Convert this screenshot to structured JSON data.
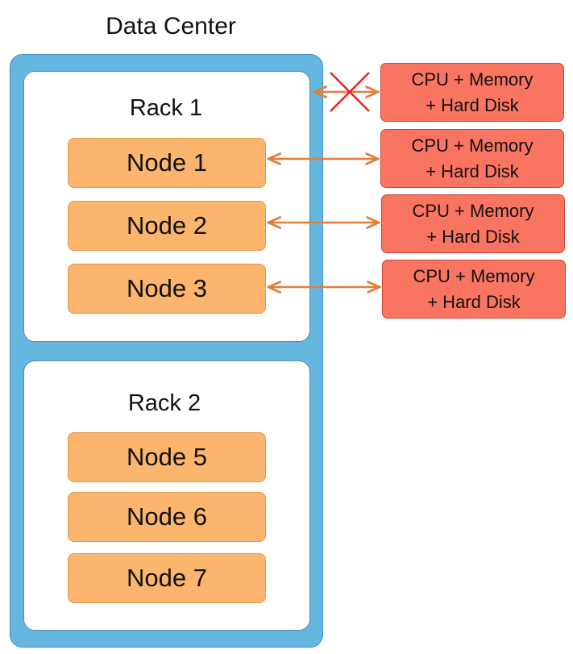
{
  "title": "Data Center",
  "racks": [
    {
      "label": "Rack 1",
      "nodes": [
        "Node 1",
        "Node 2",
        "Node 3"
      ]
    },
    {
      "label": "Rack 2",
      "nodes": [
        "Node 5",
        "Node 6",
        "Node 7"
      ]
    }
  ],
  "resources": [
    {
      "line1": "CPU + Memory",
      "line2": "+ Hard Disk",
      "link": "Rack 1",
      "blocked": true
    },
    {
      "line1": "CPU + Memory",
      "line2": "+ Hard Disk",
      "link": "Node 1",
      "blocked": false
    },
    {
      "line1": "CPU + Memory",
      "line2": "+ Hard Disk",
      "link": "Node 2",
      "blocked": false
    },
    {
      "line1": "CPU + Memory",
      "line2": "+ Hard Disk",
      "link": "Node 3",
      "blocked": false
    }
  ],
  "colors": {
    "datacenter": "#66b7e0",
    "node": "#fbb56c",
    "resource": "#fa7462",
    "arrow": "#e07f3a",
    "cross": "#e8231f"
  }
}
